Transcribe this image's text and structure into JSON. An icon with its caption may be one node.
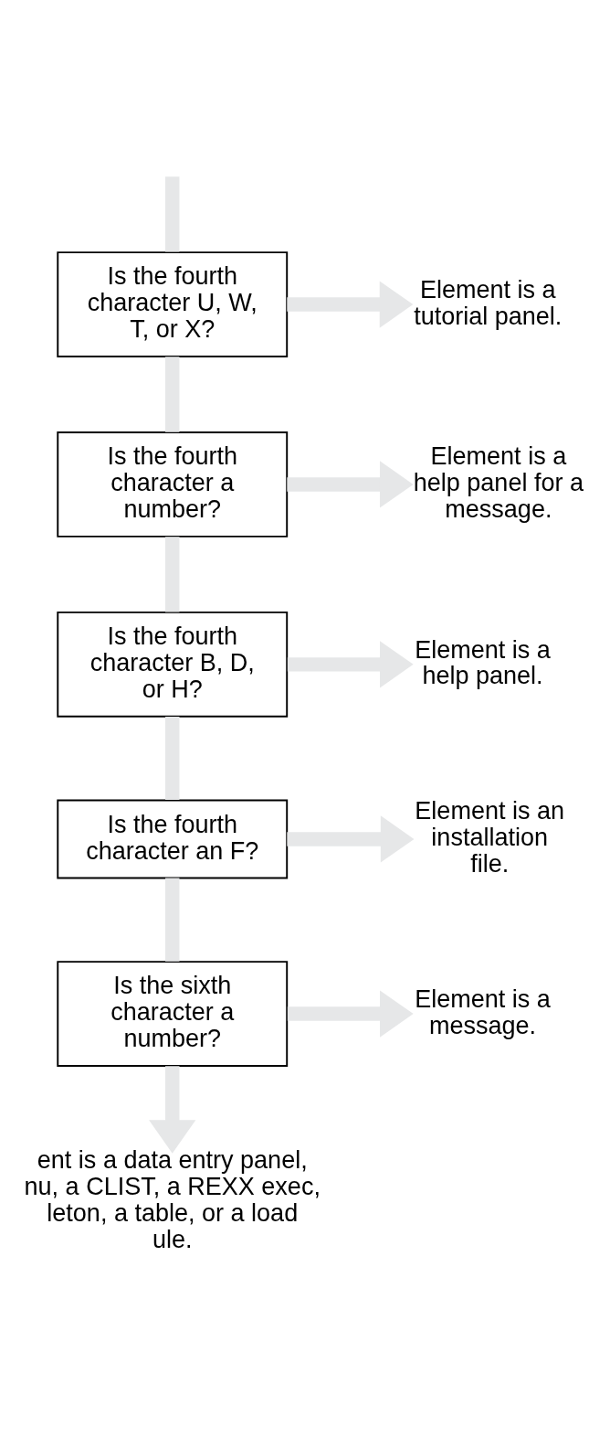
{
  "diagram": {
    "nodes": [
      {
        "text": [
          "Is the fourth character U, W, T, or X?"
        ]
      },
      {
        "text": [
          "Element is a tutorial panel."
        ]
      },
      {
        "text": [
          "Is the fourth character a number?"
        ]
      },
      {
        "text": [
          "Element is a help panel for a message."
        ]
      },
      {
        "text": [
          "Is the fourth character B, D, or H?"
        ]
      },
      {
        "text": [
          "Element is a help panel."
        ]
      },
      {
        "text": [
          "Is the fourth character an F?"
        ]
      },
      {
        "text": [
          "Element is an installation file."
        ]
      },
      {
        "text": [
          "Is the sixth character a number?"
        ]
      },
      {
        "text": [
          "Element is a message."
        ]
      },
      {
        "text": [
          "ent is a data entry panel, nu, a CLIST, a REXX exec, leton, a table, or a load ule."
        ]
      }
    ],
    "edges": [
      {
        "from": null,
        "to": 0,
        "arrow": "none"
      },
      {
        "from": 0,
        "to": 1,
        "arrow": "to"
      },
      {
        "from": 0,
        "to": 2,
        "arrow": "none"
      },
      {
        "from": 2,
        "to": 3,
        "arrow": "to"
      },
      {
        "from": 2,
        "to": 4,
        "arrow": "none"
      },
      {
        "from": 4,
        "to": 5,
        "arrow": "to"
      },
      {
        "from": 4,
        "to": 6,
        "arrow": "none"
      },
      {
        "from": 6,
        "to": 7,
        "arrow": "to"
      },
      {
        "from": 6,
        "to": 8,
        "arrow": "none"
      },
      {
        "from": 8,
        "to": 9,
        "arrow": "to"
      },
      {
        "from": 8,
        "to": 10,
        "arrow": "to"
      }
    ]
  }
}
